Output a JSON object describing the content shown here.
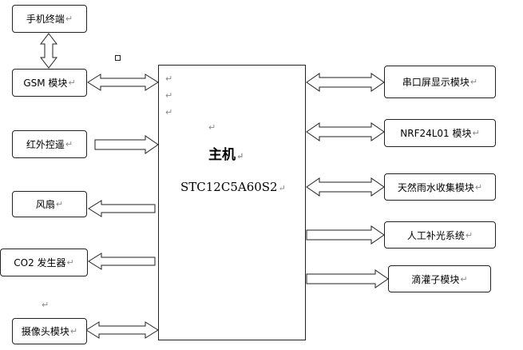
{
  "return_mark": "↵",
  "main": {
    "title": "主机",
    "chip": "STC12C5A60S2"
  },
  "left_modules": {
    "phone": "手机终端",
    "gsm": "GSM 模块",
    "infrared": "红外控遥",
    "fan": "风扇",
    "co2": "CO2 发生器",
    "camera": "摄像头模块"
  },
  "right_modules": {
    "serial_screen": "串口屏显示模块",
    "nrf": "NRF24L01 模块",
    "rain": "天然雨水收集模块",
    "light": "人工补光系统",
    "drip": "滴灌子模块"
  }
}
